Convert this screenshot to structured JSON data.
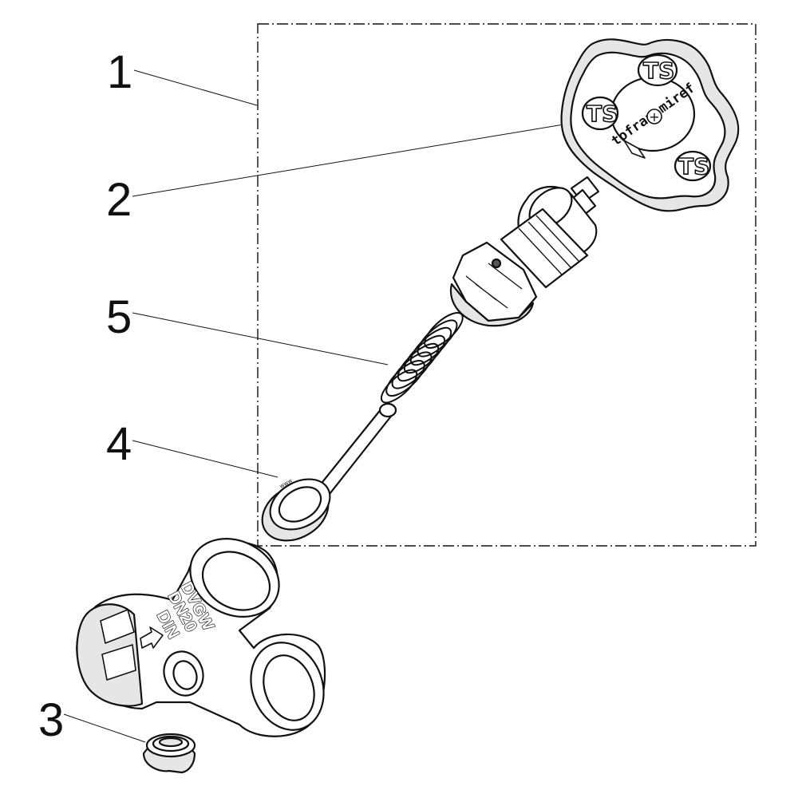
{
  "callouts": [
    {
      "id": "1",
      "label": "1"
    },
    {
      "id": "2",
      "label": "2"
    },
    {
      "id": "5",
      "label": "5"
    },
    {
      "id": "4",
      "label": "4"
    },
    {
      "id": "3",
      "label": "3"
    }
  ],
  "handwheel": {
    "brand_text": "tofrau miref",
    "logo_text": "TS",
    "screw_mark": "+"
  },
  "valve_body": {
    "markings": [
      "DVGW",
      "DN20",
      "DIN"
    ]
  },
  "valve_plug": {
    "marking": "www"
  },
  "colors": {
    "line": "#111111",
    "fill": "#ffffff",
    "shade": "#e6e6e6",
    "dark": "#555555"
  }
}
